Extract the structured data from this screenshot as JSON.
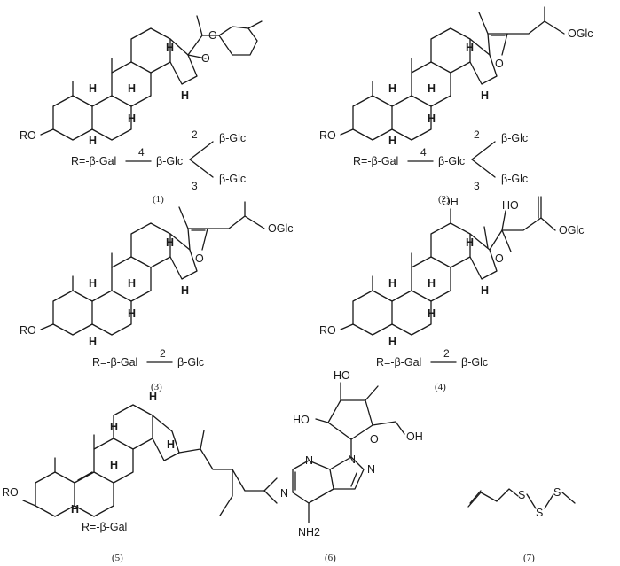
{
  "compounds": [
    {
      "id": "1",
      "label": "(1)",
      "R": "R=-β-Gal",
      "link1": "4",
      "core": "β-Glc",
      "branch_a_pos": "2",
      "branch_a": "β-Glc",
      "branch_b_pos": "3",
      "branch_b": "β-Glc",
      "substituent": "RO"
    },
    {
      "id": "2",
      "label": "(2)",
      "R": "R=-β-Gal",
      "link1": "4",
      "core": "β-Glc",
      "branch_a_pos": "2",
      "branch_a": "β-Glc",
      "branch_b_pos": "3",
      "branch_b": "β-Glc",
      "substituent": "RO",
      "side": "OGlc"
    },
    {
      "id": "3",
      "label": "(3)",
      "R": "R=-β-Gal",
      "link1": "2",
      "core": "β-Glc",
      "substituent": "RO",
      "side": "OGlc"
    },
    {
      "id": "4",
      "label": "(4)",
      "R": "R=-β-Gal",
      "link1": "2",
      "core": "β-Glc",
      "substituent": "RO",
      "side": "OGlc",
      "oh1": "OH",
      "oh2": "HO"
    },
    {
      "id": "5",
      "label": "(5)",
      "R": "R=-β-Gal",
      "substituent": "RO"
    },
    {
      "id": "6",
      "label": "(6)",
      "ho1": "HO",
      "ho2": "HO",
      "oh": "OH",
      "nh2": "NH2"
    },
    {
      "id": "7",
      "label": "(7)"
    }
  ],
  "atoms": {
    "O": "O",
    "H": "H",
    "N": "N",
    "S": "S"
  }
}
